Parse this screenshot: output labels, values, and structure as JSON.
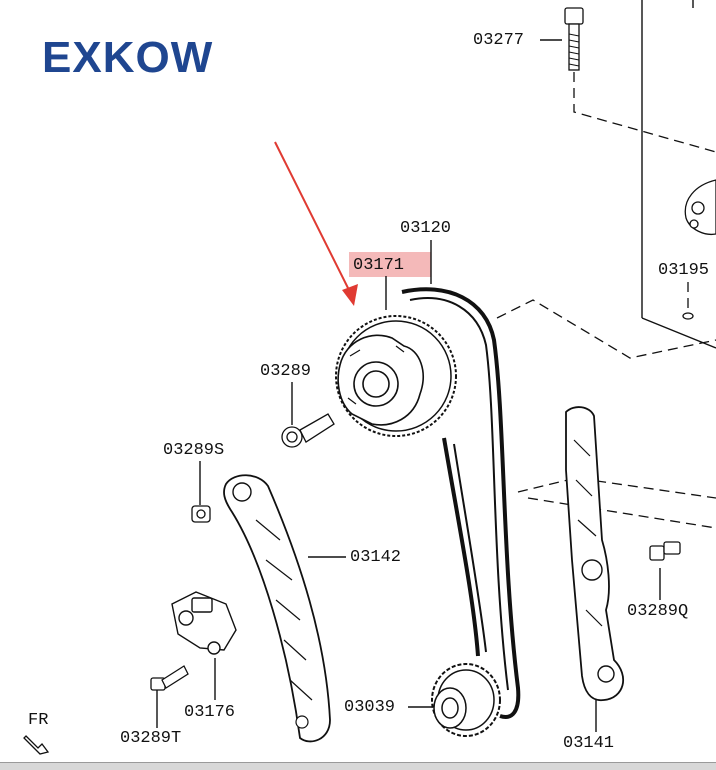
{
  "logo": {
    "text": "EXKOW",
    "color": "#1f4690"
  },
  "highlight_color": "#f4b9b9",
  "arrow_color": "#e03a32",
  "parts": {
    "bolt_top": "03277",
    "chain": "03120",
    "sprocket": "03171",
    "washer_right": "03195",
    "bolt_left": "03289",
    "nut_small": "03289S",
    "guide_left": "03142",
    "bolt_right": "03289Q",
    "tensioner": "03176",
    "bolt_bottom": "03289T",
    "crank_sprocket": "03039",
    "guide_right": "03141"
  },
  "direction": "FR"
}
